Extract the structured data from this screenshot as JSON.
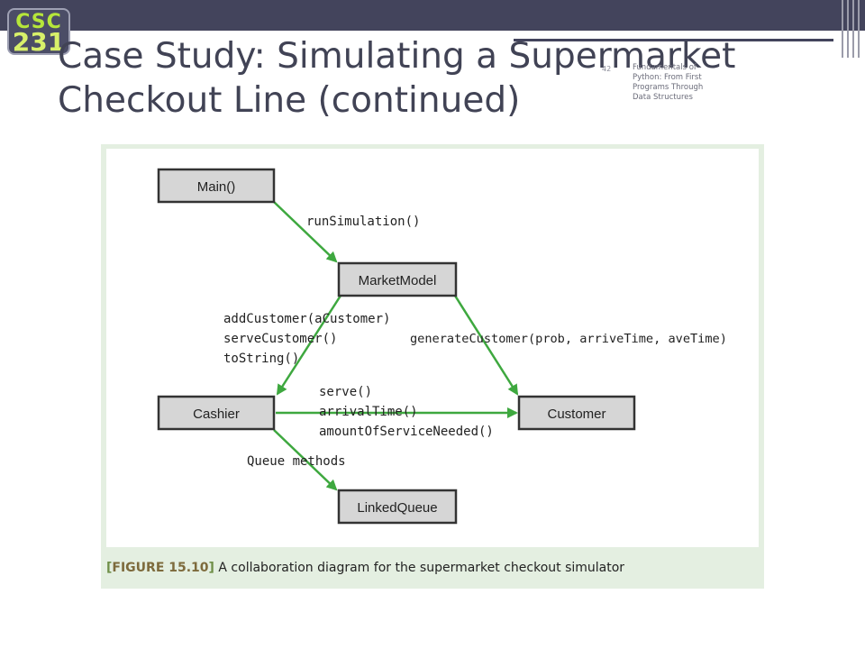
{
  "header": {
    "logo_top": "CSC",
    "logo_bottom": "231",
    "title_line1": "Case Study: Simulating a Supermarket",
    "title_line2": "Checkout Line (continued)",
    "slide_number": "42",
    "footer_note": "Fundamentals of Python: From First Programs Through Data Structures"
  },
  "diagram": {
    "nodes": {
      "main": "Main()",
      "market_model": "MarketModel",
      "cashier": "Cashier",
      "customer": "Customer",
      "linked_queue": "LinkedQueue"
    },
    "edge_labels": {
      "run_simulation": "runSimulation()",
      "model_to_cashier": [
        "addCustomer(aCustomer)",
        "serveCustomer()",
        "toString()"
      ],
      "model_to_customer": "generateCustomer(prob, arriveTime, aveTime)",
      "cashier_to_customer": [
        "serve()",
        "arrivalTime()",
        "amountOfServiceNeeded()"
      ],
      "cashier_to_queue": "Queue methods"
    },
    "arrow_color": "#3ea83f"
  },
  "caption": {
    "open_bracket": "[",
    "figure_label": "FIGURE 15.10",
    "close_bracket": "]",
    "text": " A collaboration diagram for the supermarket checkout simulator"
  }
}
